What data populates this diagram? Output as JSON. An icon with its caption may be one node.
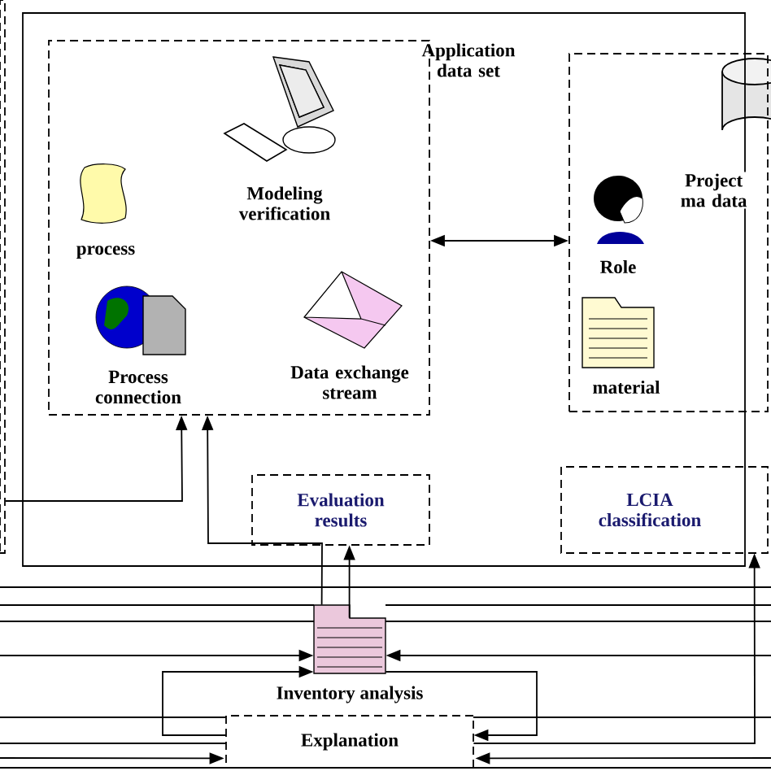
{
  "diagram": {
    "nodes": [
      {
        "text": [],
        "shape": "box"
      },
      {
        "text": [
          "Application data set"
        ]
      },
      {
        "text": [],
        "shape": "box",
        "in": 1
      },
      {
        "text": [
          "process"
        ],
        "in": 2
      },
      {
        "text": [
          "Modeling verification"
        ],
        "in": 2
      },
      {
        "text": [
          "Process connection"
        ],
        "in": 2
      },
      {
        "text": [
          "Data exchange stream"
        ],
        "in": 2
      },
      {
        "text": [],
        "shape": "box",
        "in": 1
      },
      {
        "text": [
          "Project ma data"
        ],
        "in": 7
      },
      {
        "text": [
          "Role"
        ],
        "in": 7
      },
      {
        "text": [
          "material"
        ],
        "in": 7
      },
      {
        "text": [
          "Evaluation results"
        ],
        "in": 1
      },
      {
        "text": [
          "LCIA classification"
        ],
        "in": 1
      },
      {
        "text": [],
        "shape": "document"
      },
      {
        "text": [
          "Explanation"
        ]
      }
    ],
    "edges": [
      {
        "from": 2,
        "to": 7,
        "arrow": "both"
      },
      {
        "from": 0,
        "to": 2,
        "arrow": "to"
      },
      {
        "from": 13,
        "to": 2,
        "arrow": "to"
      },
      {
        "from": 13,
        "to": 11,
        "arrow": "to"
      },
      {
        "from": null,
        "to": 13,
        "arrow": "to"
      },
      {
        "from": 14,
        "to": 13,
        "arrow": "to"
      },
      {
        "from": null,
        "to": 13,
        "arrow": "to"
      },
      {
        "from": 13,
        "to": 14,
        "arrow": "to"
      },
      {
        "from": 14,
        "to": 12,
        "arrow": "to"
      },
      {
        "from": null,
        "to": 14,
        "arrow": "to"
      },
      {
        "from": null,
        "to": 14,
        "arrow": "to"
      }
    ],
    "labels": [
      "Inventory analysis"
    ]
  }
}
